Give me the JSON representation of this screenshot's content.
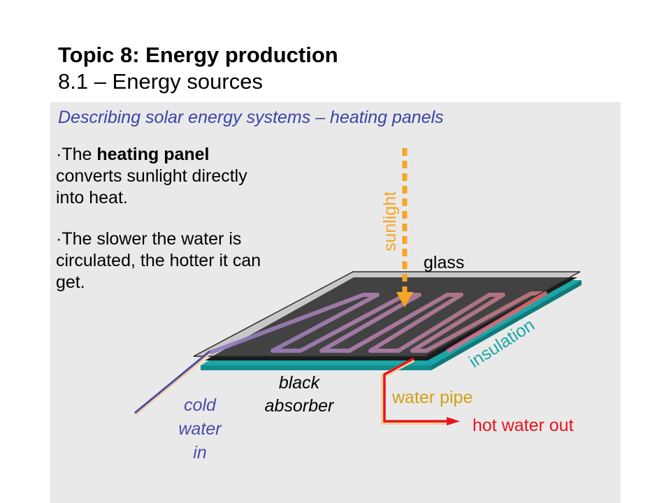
{
  "title": {
    "line1": "Topic 8: Energy production",
    "line2": "8.1 – Energy sources"
  },
  "subtitle": "Describing solar energy systems – heating panels",
  "bullets": {
    "b1": {
      "prefix": "The ",
      "bold": "heating panel",
      "rest": " converts sunlight directly into heat."
    },
    "b2": {
      "text": "The slower the water is circulated, the hotter it can get."
    }
  },
  "diagram": {
    "labels": {
      "sunlight": "sunlight",
      "glass": "glass",
      "insulation": "insulation",
      "black_absorber_1": "black",
      "black_absorber_2": "absorber",
      "water_pipe": "water pipe",
      "hot_water_out": "hot water out",
      "cold_1": "cold",
      "cold_2": "water",
      "cold_3": "in"
    }
  },
  "colors": {
    "subtitle": "#3a45a8",
    "sunlight": "#f5a623",
    "insulation": "#1aa6a6",
    "water_pipe_label": "#d4a017",
    "hot_water": "#e8131b",
    "cold_water": "#4b4ba8",
    "panel_bg": "#e9e9e9"
  }
}
